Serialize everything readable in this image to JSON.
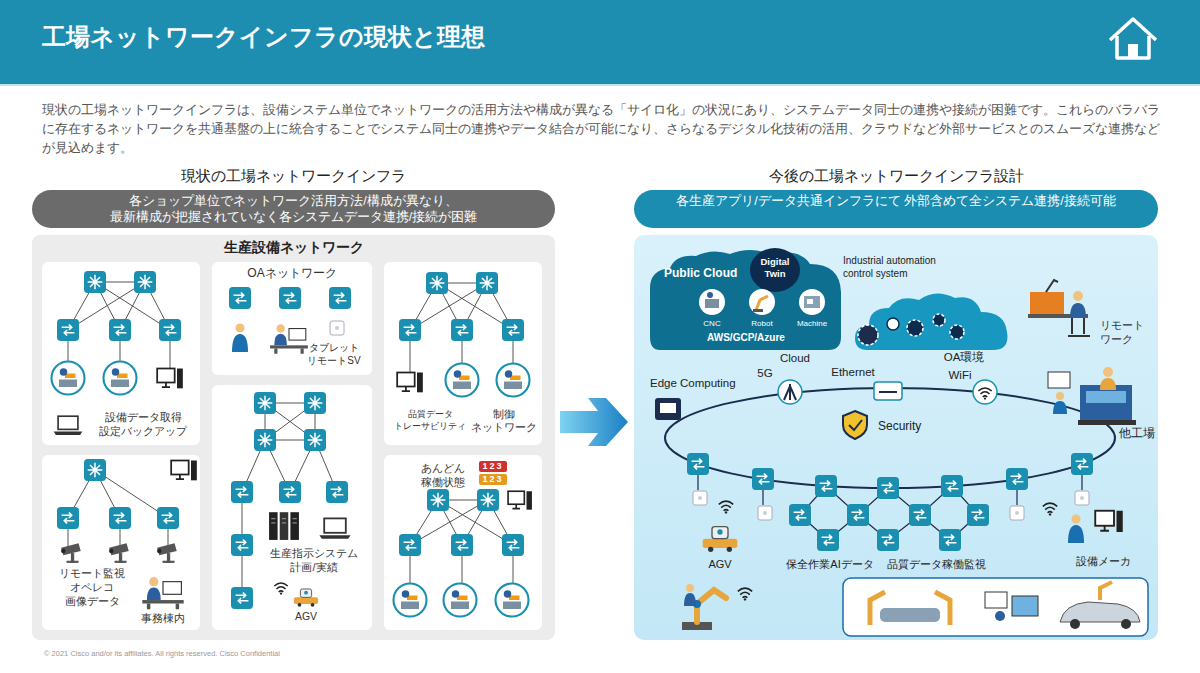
{
  "diagram": {
    "title": "工場ネットワークインフラの現状と理想",
    "nodes": [
      {
        "text": [
          "現状の工場ネットワークインフラ",
          "各ショップ単位でネットワーク活用方法/構成が異なり、 最新構成が把握されていなく各システムデータ連携/接続が困難"
        ]
      },
      {
        "text": [
          "生産設備ネットワーク"
        ]
      },
      {
        "text": [
          "設備データ取得 設定バックアップ"
        ],
        "in": 1
      },
      {
        "text": [
          "OAネットワーク",
          "タブレット リモートSV"
        ],
        "in": 1
      },
      {
        "text": [
          "品質データ トレーサビリティ",
          "制御 ネットワーク"
        ],
        "in": 1
      },
      {
        "text": [
          "生産指示システム 計画/実績",
          "AGV"
        ],
        "in": 1
      },
      {
        "text": [
          "リモート監視 オペレコ 画像データ",
          "事務棟内"
        ],
        "in": 1
      },
      {
        "text": [
          "あんどん 稼働状態"
        ],
        "in": 1
      },
      {
        "text": [
          "今後の工場ネットワークインフラ設計",
          "各生産アプリ/データ共通インフラにて 外部含めて全システム連携/接続可能"
        ]
      },
      {
        "text": [
          "Public Cloud",
          "AWS/GCP/Azure"
        ]
      },
      {
        "text": [
          "Digital Twin"
        ],
        "in": 9
      },
      {
        "text": [
          "Industrial automation control system"
        ]
      }
    ],
    "labels": [
      "現状の工場ネットワークインフラは、設備システム単位でネットワークの活用方法や構成が異なる「サイロ化」の状況にあり、システムデータ同士の連携や接続が困難です。これらのバラバラに存在するネットワークを共通基盤の上に統合することでシステム同士の連携やデータ結合が可能になり、さらなるデジタル化技術の活用、クラウドなど外部サービスとのスムーズな連携などが見込めます。",
      "123",
      "123",
      "CNC",
      "Robot",
      "Machine",
      "リモート ワーク",
      "Cloud",
      "5G",
      "Ethernet",
      "WiFi",
      "OA環境",
      "Edge Computing",
      "Security",
      "他工場",
      "AGV",
      "保全作業AIデータ",
      "品質データ稼働監視",
      "設備メーカ",
      "© 2021 Cisco and/or its affiliates. All rights reserved. Cisco Confidential"
    ]
  }
}
